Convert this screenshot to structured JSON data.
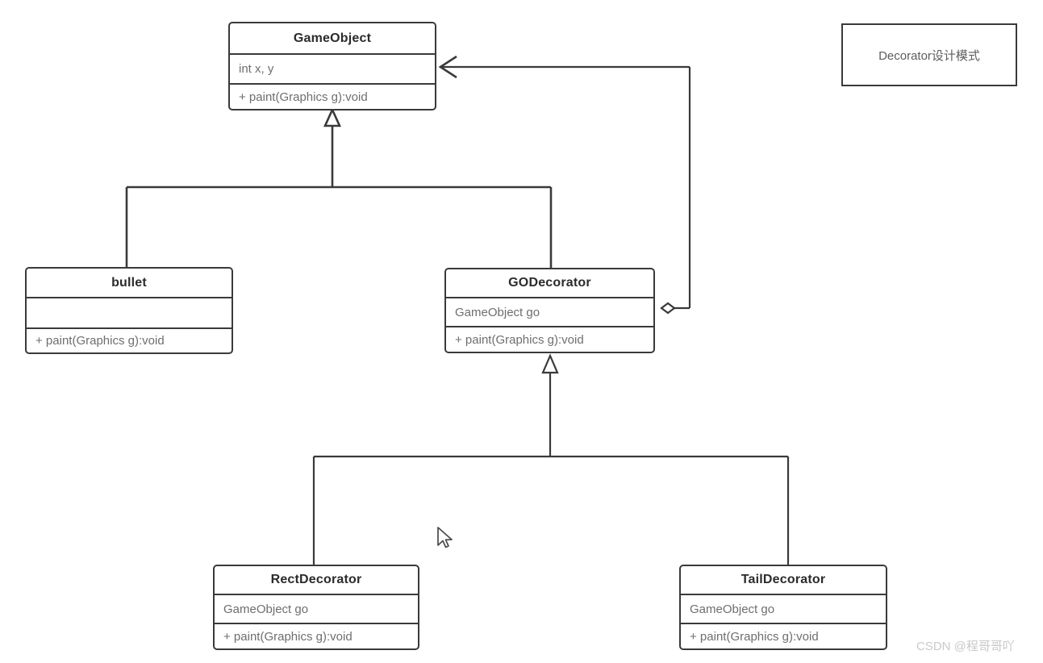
{
  "diagram": {
    "title_note": "Decorator设计模式",
    "stroke_color": "#3a3a3a",
    "name_text_color": "#2b2b2b",
    "member_text_color": "#6e6e6e",
    "background": "#ffffff",
    "classes": [
      {
        "id": "gameobject",
        "name": "GameObject",
        "attributes": "int x, y",
        "operations": "+ paint(Graphics g):void"
      },
      {
        "id": "bullet",
        "name": "bullet",
        "attributes": "",
        "operations": "+ paint(Graphics g):void"
      },
      {
        "id": "godecorator",
        "name": "GODecorator",
        "attributes": "GameObject go",
        "operations": "+ paint(Graphics g):void"
      },
      {
        "id": "rectdecorator",
        "name": "RectDecorator",
        "attributes": "GameObject go",
        "operations": "+ paint(Graphics g):void"
      },
      {
        "id": "taildecorator",
        "name": "TailDecorator",
        "attributes": "GameObject go",
        "operations": "+ paint(Graphics g):void"
      }
    ],
    "relations": [
      {
        "type": "generalization",
        "from": "bullet",
        "to": "GameObject"
      },
      {
        "type": "generalization",
        "from": "GODecorator",
        "to": "GameObject"
      },
      {
        "type": "generalization",
        "from": "RectDecorator",
        "to": "GODecorator"
      },
      {
        "type": "generalization",
        "from": "TailDecorator",
        "to": "GODecorator"
      },
      {
        "type": "aggregation",
        "from": "GODecorator",
        "to": "GameObject"
      }
    ]
  },
  "watermark": {
    "text": "CSDN @程哥哥吖"
  }
}
